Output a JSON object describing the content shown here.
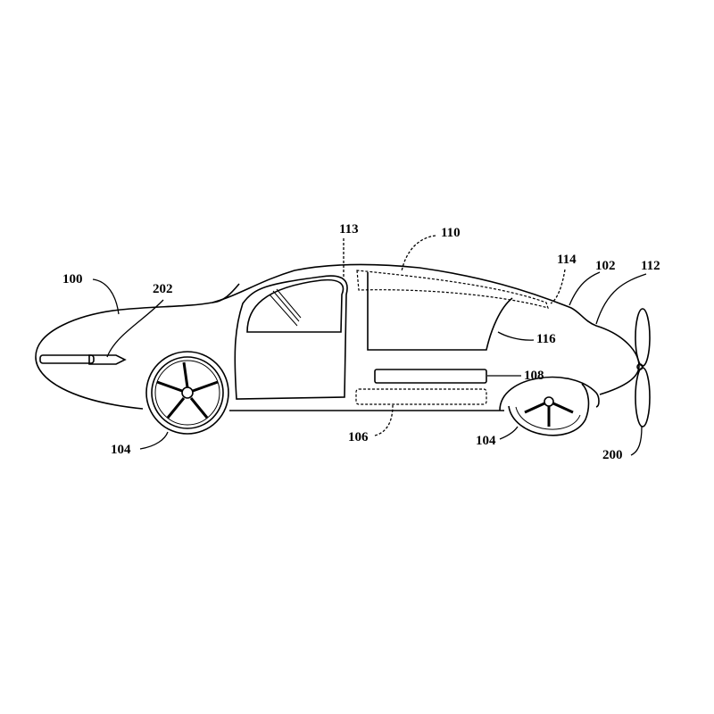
{
  "figure": {
    "labels": {
      "vehicle": "100",
      "body": "102",
      "wheel_front": "104",
      "wheel_rear": "104",
      "battery": "106",
      "panel": "108",
      "roof_part": "110",
      "rear_end": "112",
      "door_frame": "113",
      "roof_rail": "114",
      "rear_door": "116",
      "propeller": "200",
      "side_thruster": "202"
    }
  }
}
